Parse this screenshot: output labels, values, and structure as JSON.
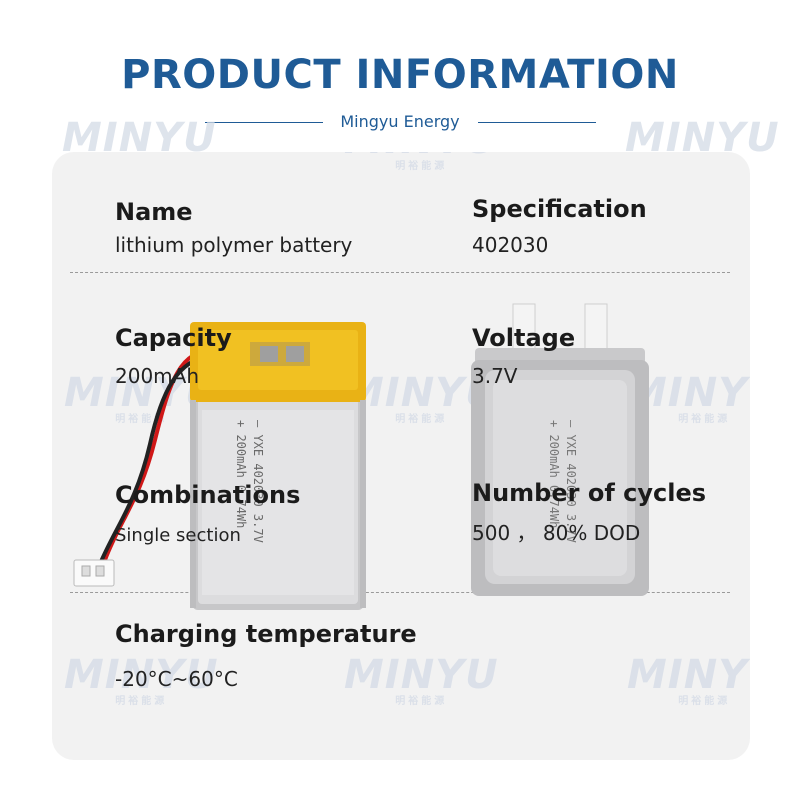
{
  "header": {
    "title": "PRODUCT INFORMATION",
    "subtitle": "Mingyu Energy"
  },
  "watermark": {
    "text": "MINYU",
    "subtext": "明裕能源"
  },
  "specs": {
    "name": {
      "label": "Name",
      "value": "lithium polymer battery"
    },
    "specification": {
      "label": "Specification",
      "value": "402030"
    },
    "capacity": {
      "label": "Capacity",
      "value": "200mAh"
    },
    "voltage": {
      "label": "Voltage",
      "value": "3.7V"
    },
    "combinations": {
      "label": "Combinations",
      "value": "Single section"
    },
    "cycles": {
      "label": "Number of cycles",
      "value": "500 ， 80% DOD"
    },
    "charging_temp": {
      "label": "Charging temperature",
      "value": "-20°C~60°C"
    }
  },
  "battery_label": {
    "line1": "— YXE 402030 3.7V",
    "line2": "+ 200mAh 0.74Wh"
  },
  "colors": {
    "brand": "#1f5b96",
    "panel": "#f2f2f2",
    "tape": "#e9b215"
  }
}
